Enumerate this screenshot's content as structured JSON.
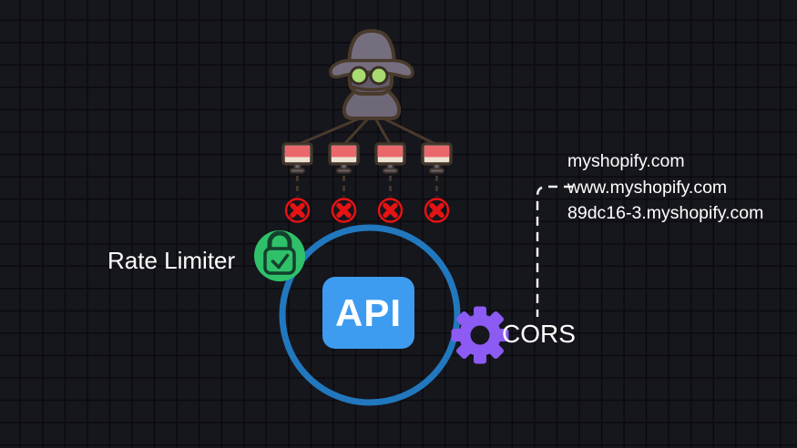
{
  "diagram": {
    "attacker": {
      "icon": "spy-icon"
    },
    "bots": {
      "icon": "bot-monitor-icon",
      "count": 4,
      "status_icon": "blocked-x-icon"
    },
    "rate_limiter": {
      "label": "Rate Limiter",
      "icon": "lock-check-icon"
    },
    "api": {
      "label": "API"
    },
    "cors": {
      "label": "CORS",
      "icon": "gear-icon"
    },
    "domains": [
      "myshopify.com",
      "www.myshopify.com",
      "89dc16-3.myshopify.com"
    ],
    "colors": {
      "background": "#16161d",
      "grid_line": "#0a0a0f",
      "api_box_blue": "#3d9cf0",
      "ring_blue": "#2178be",
      "rate_limiter_green": "#2fc169",
      "cors_purple": "#8b5bf3",
      "blocked_red": "#e51313",
      "monitor_screen_red": "#ea676c",
      "monitor_strip_cream": "#ece3d3",
      "outline_brown": "#493a2c",
      "text_white": "#ffffff"
    }
  }
}
